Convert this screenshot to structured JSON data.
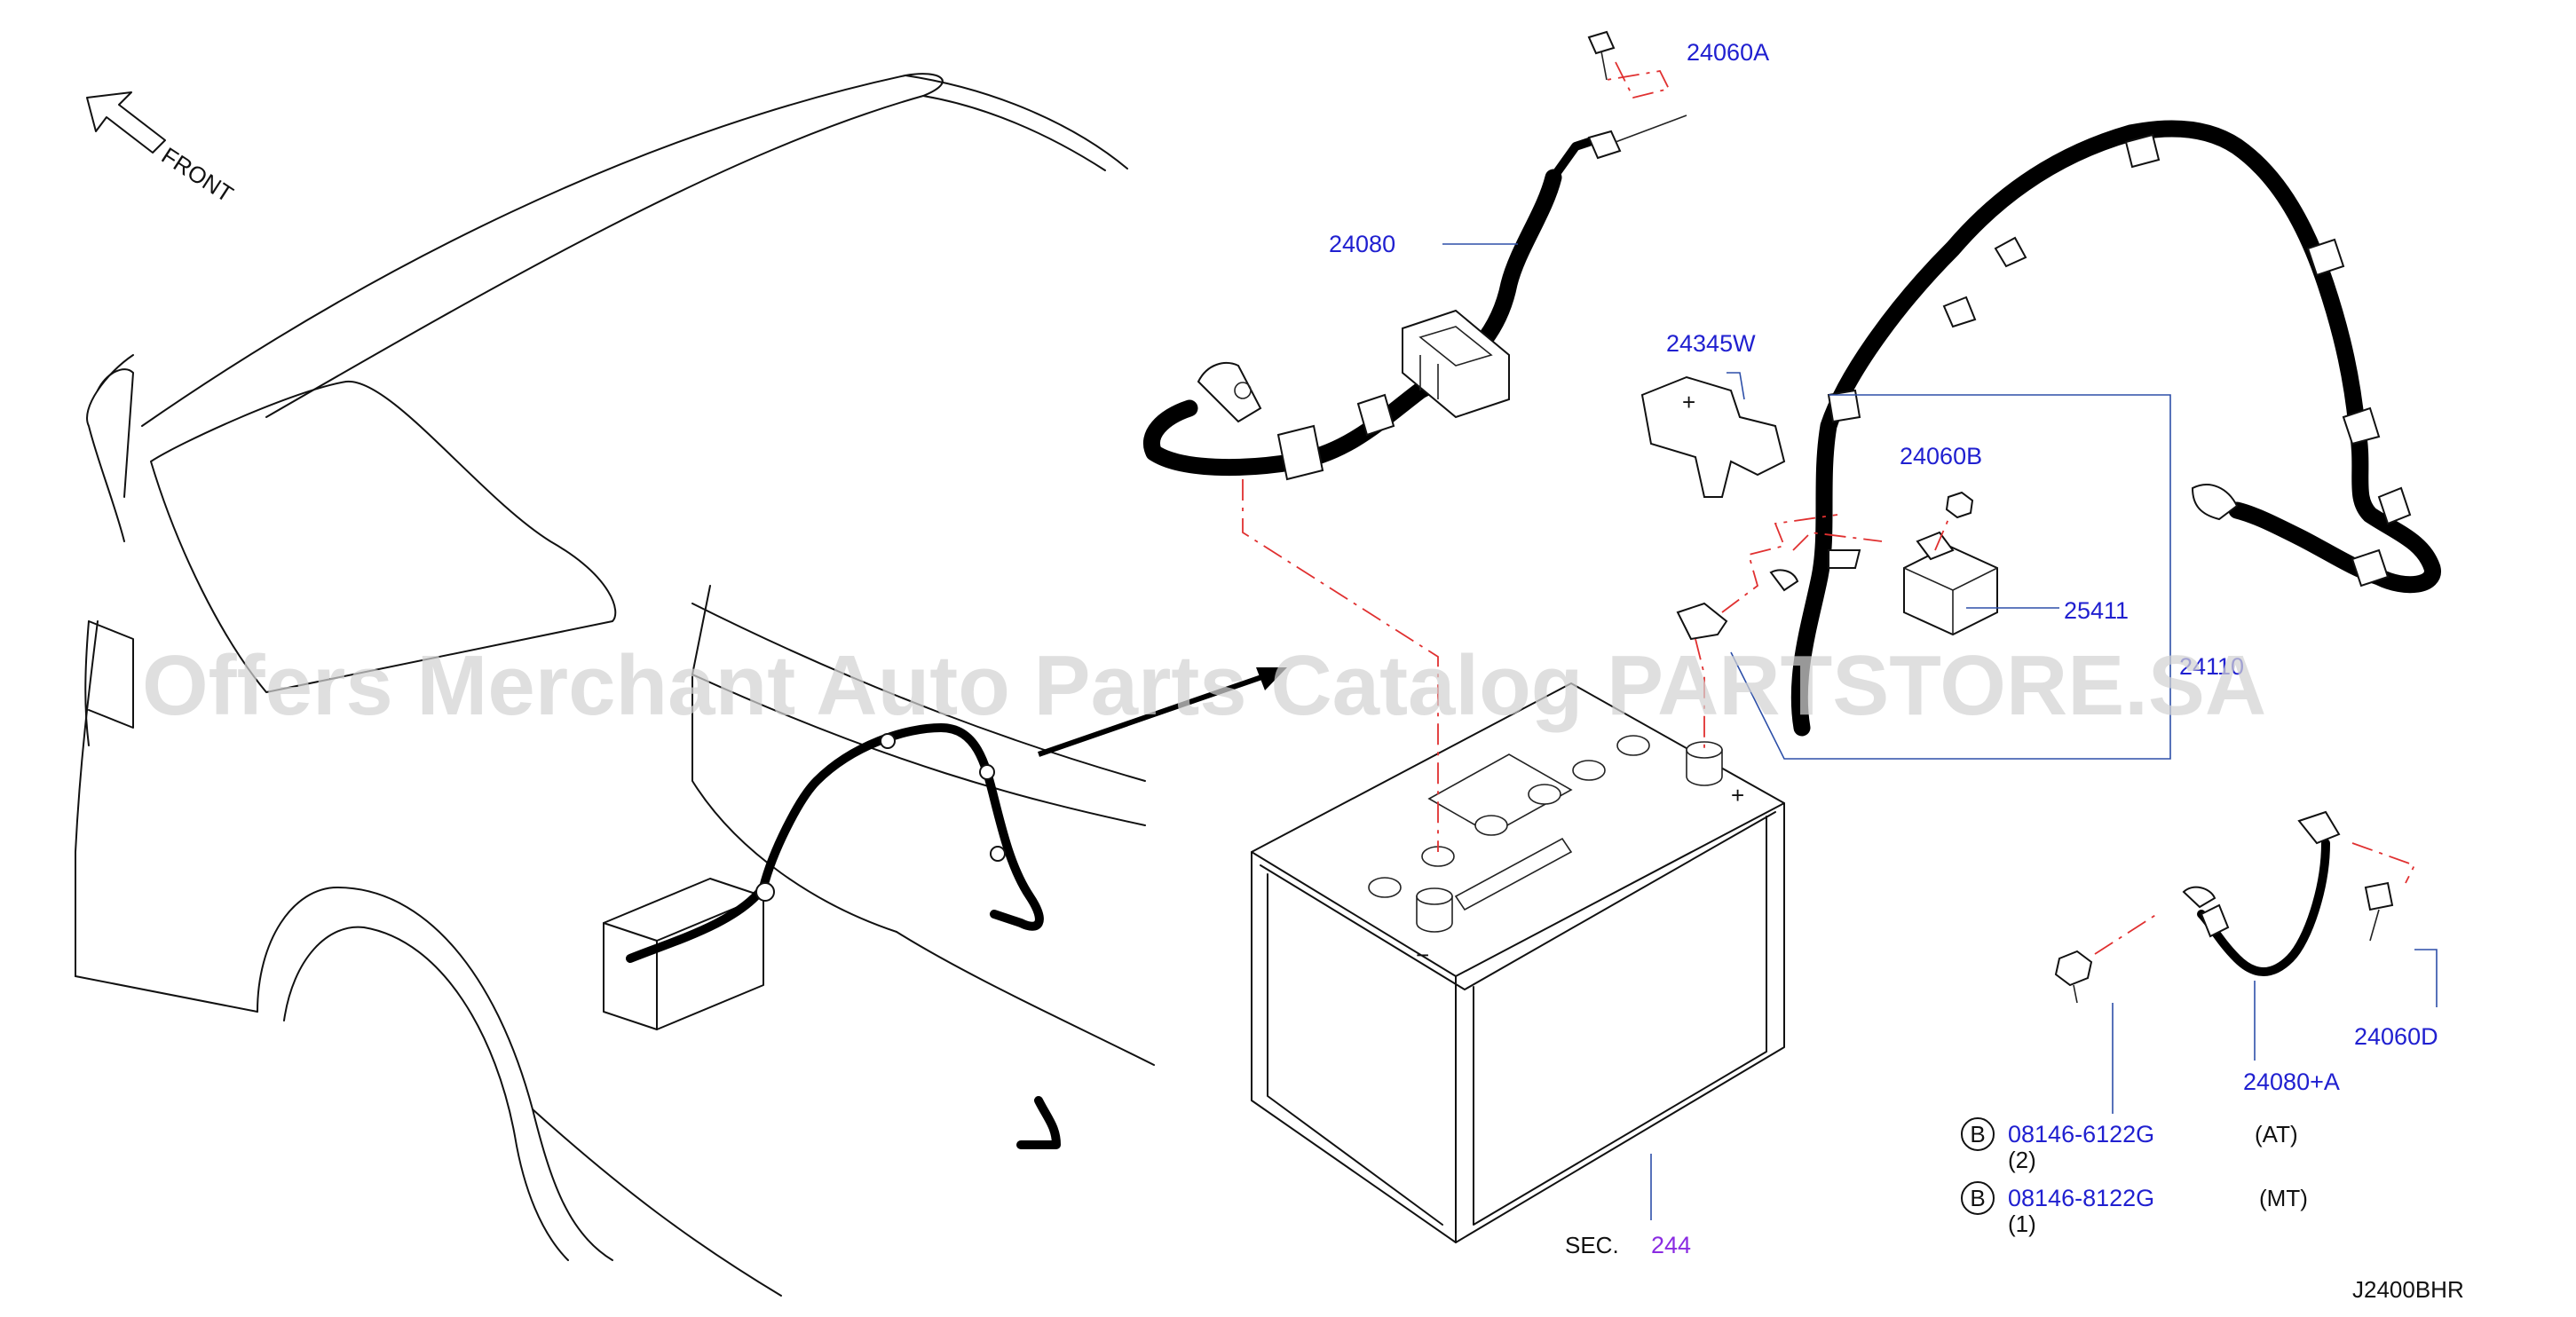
{
  "orientation": {
    "label": "FRONT"
  },
  "callouts": {
    "bolt_24060A": "24060A",
    "cable_24080": "24080",
    "cover_24345W": "24345W",
    "nut_24060B": "24060B",
    "fusible_link_25411": "25411",
    "harness_assy": "24110",
    "bolt_24060D": "24060D",
    "cable_24080A": "24080+A"
  },
  "bolts": [
    {
      "code": "B",
      "part": "08146-6122G",
      "qty": "(2)",
      "variant": "(AT)"
    },
    {
      "code": "B",
      "part": "08146-8122G",
      "qty": "(1)",
      "variant": "(MT)"
    }
  ],
  "section": {
    "prefix": "SEC.",
    "number": "244"
  },
  "diagram_code": "J2400BHR",
  "watermark": "Offers Merchant Auto Parts Catalog PARTSTORE.SA",
  "colors": {
    "part_number": "#2020d0",
    "section_ref": "#8a2be2",
    "leader": "#2d4fa8",
    "assembly_line": "#e03030"
  }
}
